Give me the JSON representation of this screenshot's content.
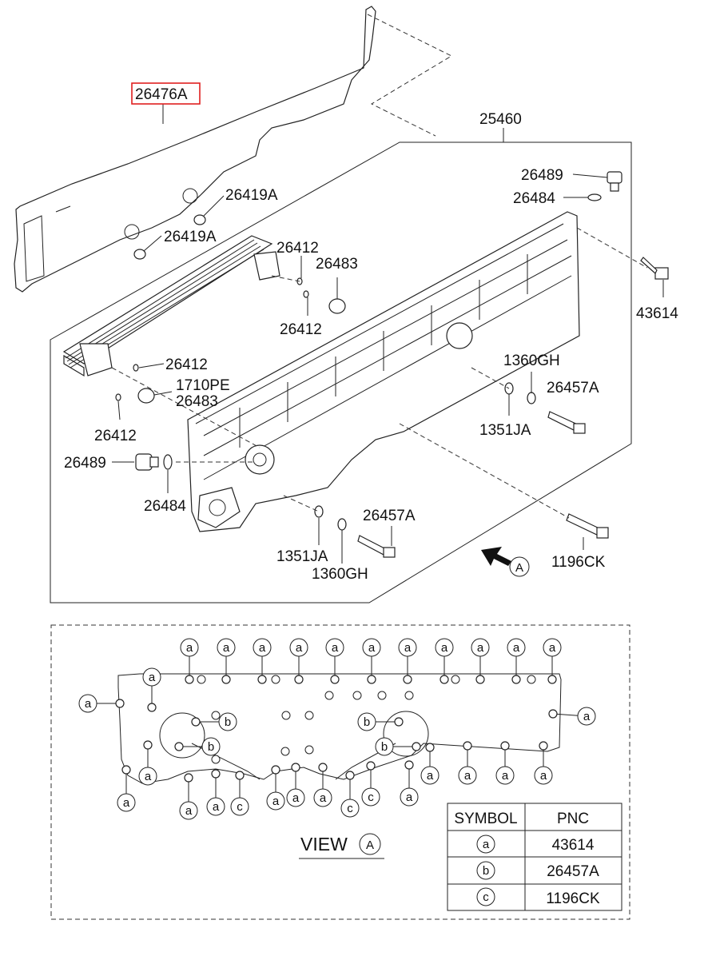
{
  "top_labels": {
    "l26476A": "26476A",
    "l25460": "25460",
    "l26489_top": "26489",
    "l26484_top": "26484",
    "l43614": "43614",
    "l26419A_1": "26419A",
    "l26419A_2": "26419A",
    "l26412_1": "26412",
    "l26483_1": "26483",
    "l26412_2": "26412",
    "l26412_3": "26412",
    "l1710PE": "1710PE",
    "l26483_2": "26483",
    "l26412_4": "26412",
    "l1360GH_1": "1360GH",
    "l26457A_1": "26457A",
    "l1351JA_1": "1351JA",
    "l26489_bot": "26489",
    "l26484_bot": "26484",
    "l26457A_2": "26457A",
    "l1351JA_2": "1351JA",
    "l1360GH_2": "1360GH",
    "l1196CK": "1196CK"
  },
  "view_arrow_letter": "A",
  "view": {
    "title": "VIEW",
    "letter": "A"
  },
  "symbol_table": {
    "headers": [
      "SYMBOL",
      "PNC"
    ],
    "rows": [
      {
        "symbol": "a",
        "pnc": "43614"
      },
      {
        "symbol": "b",
        "pnc": "26457A"
      },
      {
        "symbol": "c",
        "pnc": "1196CK"
      }
    ]
  },
  "view_markers": {
    "a": "a",
    "b": "b",
    "c": "c"
  }
}
